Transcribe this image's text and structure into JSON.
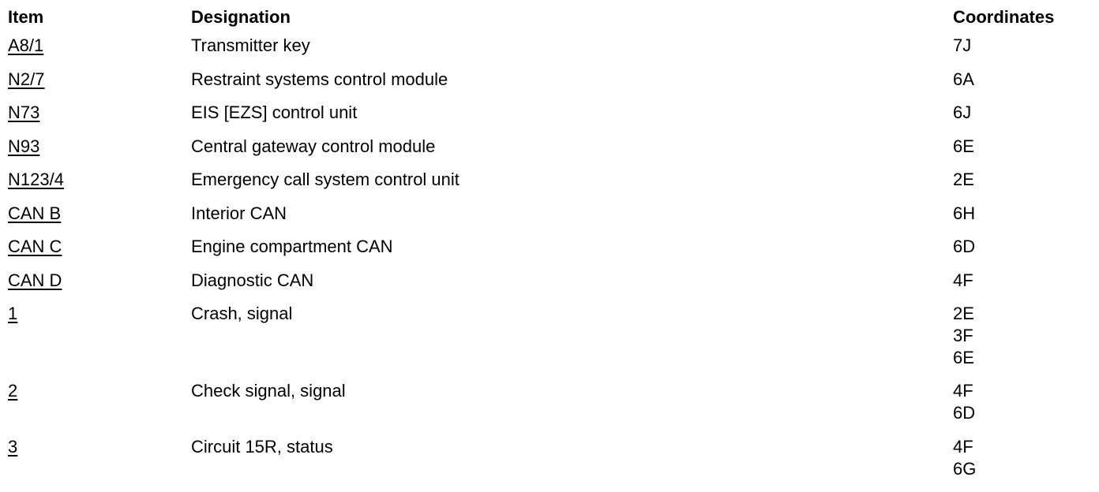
{
  "headers": {
    "item": "Item",
    "designation": "Designation",
    "coordinates": "Coordinates"
  },
  "rows": [
    {
      "item": "A8/1",
      "designation": "Transmitter key",
      "coordinates": [
        "7J"
      ]
    },
    {
      "item": "N2/7",
      "designation": "Restraint systems control module",
      "coordinates": [
        "6A"
      ]
    },
    {
      "item": "N73",
      "designation": "EIS [EZS] control unit",
      "coordinates": [
        "6J"
      ]
    },
    {
      "item": "N93",
      "designation": "Central gateway control module",
      "coordinates": [
        "6E"
      ]
    },
    {
      "item": "N123/4",
      "designation": "Emergency call system control unit",
      "coordinates": [
        "2E"
      ]
    },
    {
      "item": "CAN B",
      "designation": "Interior CAN",
      "coordinates": [
        "6H"
      ]
    },
    {
      "item": "CAN C",
      "designation": "Engine compartment CAN",
      "coordinates": [
        "6D"
      ]
    },
    {
      "item": "CAN D",
      "designation": "Diagnostic CAN",
      "coordinates": [
        "4F"
      ]
    },
    {
      "item": "1",
      "designation": "Crash, signal",
      "coordinates": [
        "2E",
        "3F",
        "6E"
      ]
    },
    {
      "item": "2",
      "designation": "Check signal, signal",
      "coordinates": [
        "4F",
        "6D"
      ]
    },
    {
      "item": "3",
      "designation": "Circuit 15R, status",
      "coordinates": [
        "4F",
        "6G"
      ]
    }
  ]
}
